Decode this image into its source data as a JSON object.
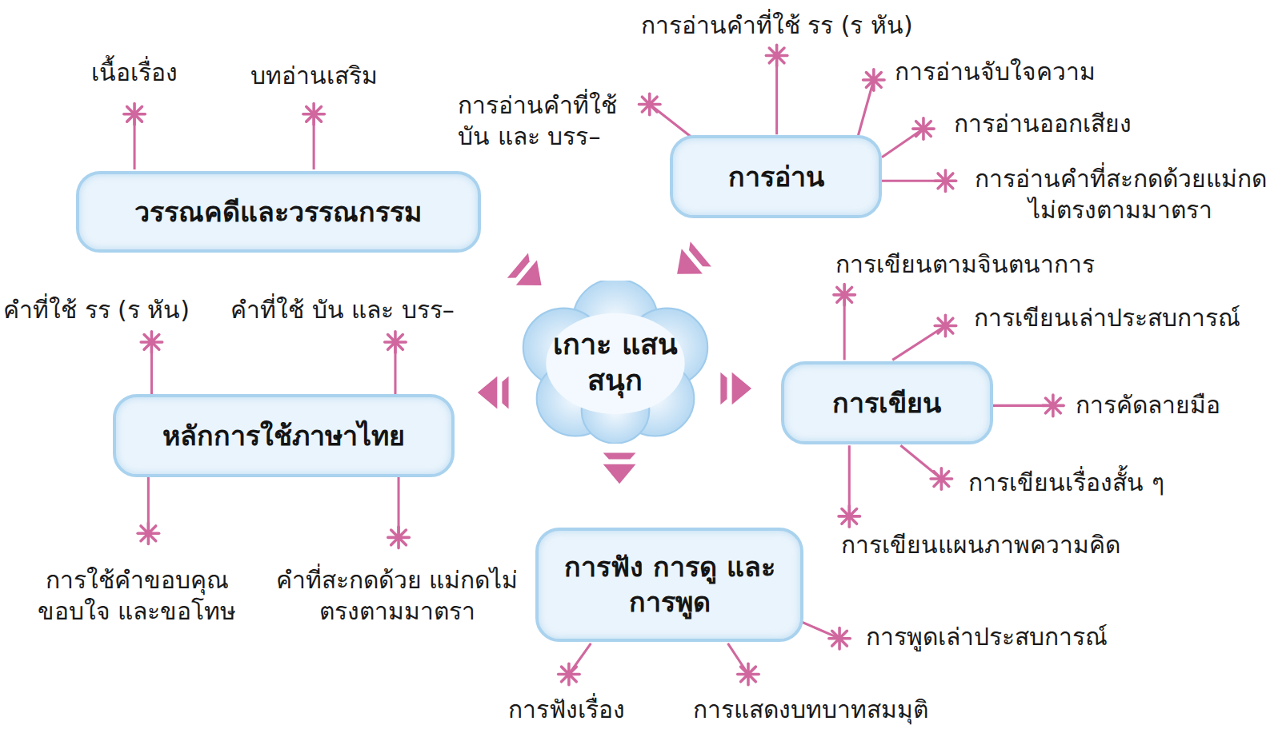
{
  "diagram": {
    "nodes": [
      {
        "text": [
          "เกาะ แสนสนุก"
        ]
      },
      {
        "text": [
          "วรรณคดีและวรรณกรรม"
        ]
      },
      {
        "text": [
          "การอ่าน"
        ]
      },
      {
        "text": [
          "หลักการใช้ภาษาไทย"
        ]
      },
      {
        "text": [
          "การเขียน"
        ]
      },
      {
        "text": [
          "การฟัง การดู และการพูด"
        ]
      }
    ],
    "labels": [
      "เนื้อเรื่อง",
      "บทอ่านเสริม",
      "การอ่านคำที่ใช้ รร (ร หัน)",
      "การอ่านจับใจความ",
      "การอ่านคำที่ใช้ บัน และ บรร–",
      "การอ่านออกเสียง",
      "การอ่านคำที่สะกดด้วยแม่กด ไม่ตรงตามมาตรา",
      "การเขียนตามจินตนาการ",
      "คำที่ใช้ รร (ร หัน)",
      "คำที่ใช้ บัน และ บรร–",
      "การเขียนเล่าประสบการณ์",
      "การคัดลายมือ",
      "การเขียนเรื่องสั้น ๆ",
      "การเขียนแผนภาพความคิด",
      "การใช้คำขอบคุณ ขอบใจ และขอโทษ",
      "คำที่สะกดด้วย แม่กดไม่ตรงตามมาตรา",
      "การพูดเล่าประสบการณ์",
      "การฟังเรื่อง",
      "การแสดงบทบาทสมมุติ"
    ]
  }
}
